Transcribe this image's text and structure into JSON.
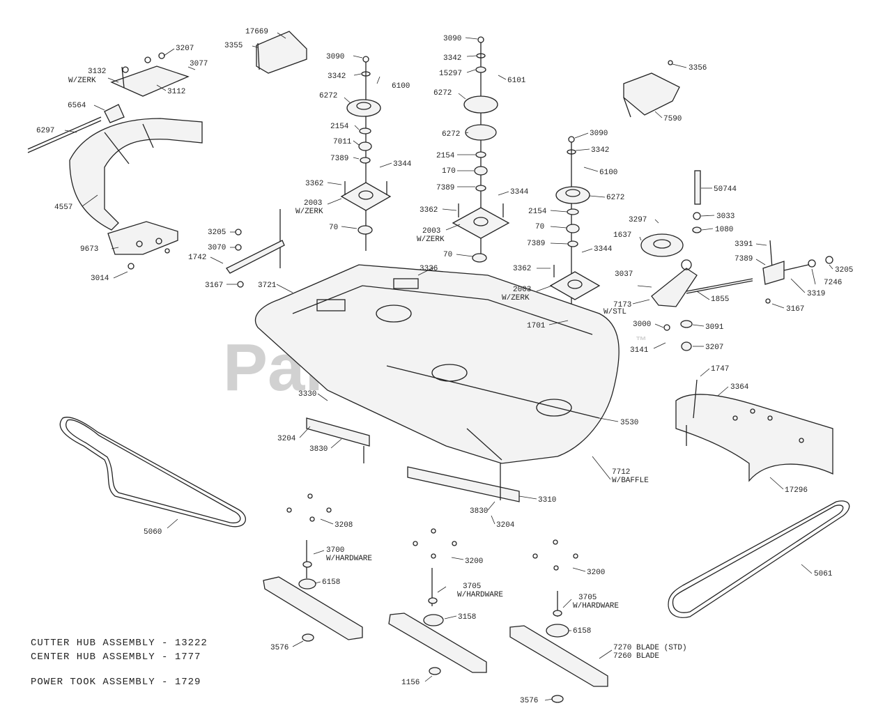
{
  "watermark": {
    "text": "PartsTree",
    "mark": "™"
  },
  "assembly_notes": [
    "CUTTER HUB ASSEMBLY - 13222",
    "CENTER HUB ASSEMBLY - 1777",
    "POWER TOOK ASSEMBLY - 1729"
  ],
  "labels": [
    "17669",
    "3355",
    "3207",
    "3077",
    "3132",
    "W/ZERK",
    "3112",
    "6564",
    "6297",
    "4557",
    "9673",
    "3014",
    "3090",
    "3342",
    "6100",
    "6272",
    "2154",
    "7011",
    "7389",
    "3344",
    "3362",
    "2003",
    "W/ZERK",
    "70",
    "3090",
    "3342",
    "15297",
    "6101",
    "6272",
    "6272",
    "2154",
    "170",
    "7389",
    "3344",
    "3362",
    "2003",
    "W/ZERK",
    "70",
    "3090",
    "3342",
    "6100",
    "6272",
    "2154",
    "70",
    "7389",
    "3344",
    "3362",
    "2003",
    "W/ZERK",
    "1701",
    "3356",
    "7590",
    "50744",
    "3033",
    "1080",
    "1637",
    "3297",
    "3391",
    "7389",
    "3205",
    "7246",
    "3319",
    "3167",
    "1855",
    "7173",
    "W/STL",
    "3037",
    "3000",
    "3091",
    "3141",
    "3207",
    "3336",
    "3205",
    "3070",
    "1742",
    "3167",
    "3721",
    "3330",
    "3204",
    "3830",
    "3530",
    "7712",
    "W/BAFFLE",
    "3830",
    "3310",
    "3204",
    "1747",
    "3364",
    "17296",
    "5060",
    "3208",
    "3700",
    "W/HARDWARE",
    "6158",
    "3576",
    "3200",
    "3705",
    "W/HARDWARE",
    "3158",
    "1156",
    "3200",
    "3705",
    "W/HARDWARE",
    "6158",
    "7270 BLADE (STD)",
    "7260 BLADE",
    "3576",
    "5061"
  ]
}
